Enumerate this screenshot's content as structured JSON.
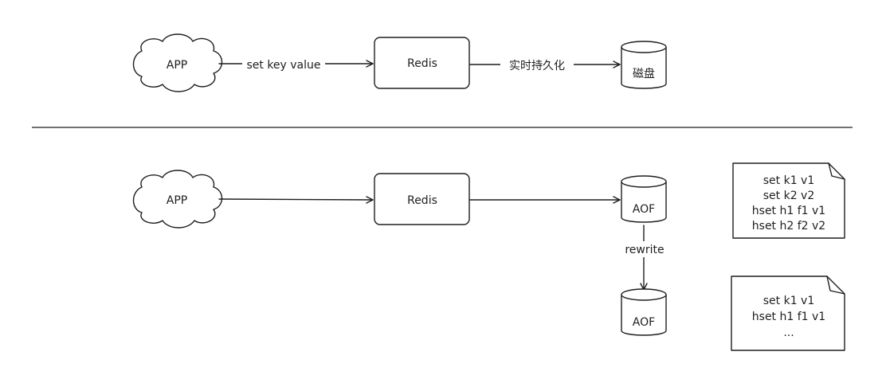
{
  "top_row": {
    "app_label": "APP",
    "arrow1_label": "set key value",
    "redis_label": "Redis",
    "arrow2_label": "实时持久化",
    "disk_label": "磁盘"
  },
  "bottom_row": {
    "app_label": "APP",
    "redis_label": "Redis",
    "aof_label": "AOF",
    "rewrite_label": "rewrite",
    "aof_rewritten_label": "AOF"
  },
  "notes": {
    "before": [
      "set k1 v1",
      "set k2 v2",
      "hset h1 f1 v1",
      "hset h2 f2 v2"
    ],
    "after": [
      "set k1 v1",
      "hset h1 f1 v1",
      "..."
    ]
  }
}
